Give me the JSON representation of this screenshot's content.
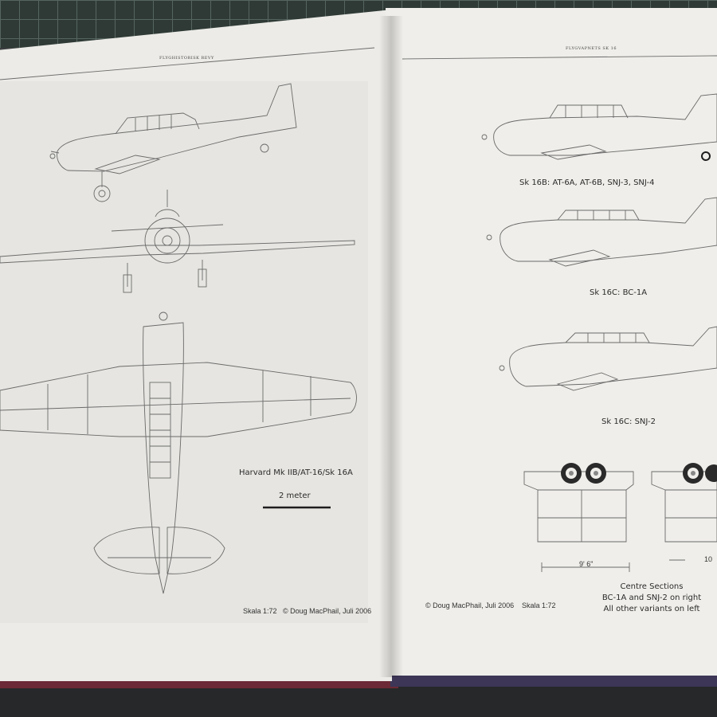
{
  "left_page": {
    "header": "FLYGHISTORISK REVY",
    "title": "Harvard Mk IIB/AT-16/Sk 16A",
    "scale_bar_label": "2 meter",
    "scale": "Skala 1:72",
    "credit": "© Doug MacPhail, Juli 2006"
  },
  "right_page": {
    "header": "FLYGVAPNETS SK 16",
    "captions": [
      "Sk 16B: AT-6A, AT-6B, SNJ-3, SNJ-4",
      "Sk 16C: BC-1A",
      "Sk 16C: SNJ-2"
    ],
    "dimension_left": "9' 6\"",
    "dimension_right": "10",
    "centre_title": "Centre Sections",
    "centre_line1": "BC-1A and SNJ-2 on right",
    "centre_line2": "All other variants on left",
    "credit": "© Doug MacPhail, Juli 2006",
    "scale": "Skala 1:72"
  },
  "colors": {
    "paper": "#ecebe7",
    "line": "#6a6a6a",
    "mat": "#2f3a36",
    "cover_red": "#6b2a35",
    "cover_purple": "#3d3657"
  }
}
